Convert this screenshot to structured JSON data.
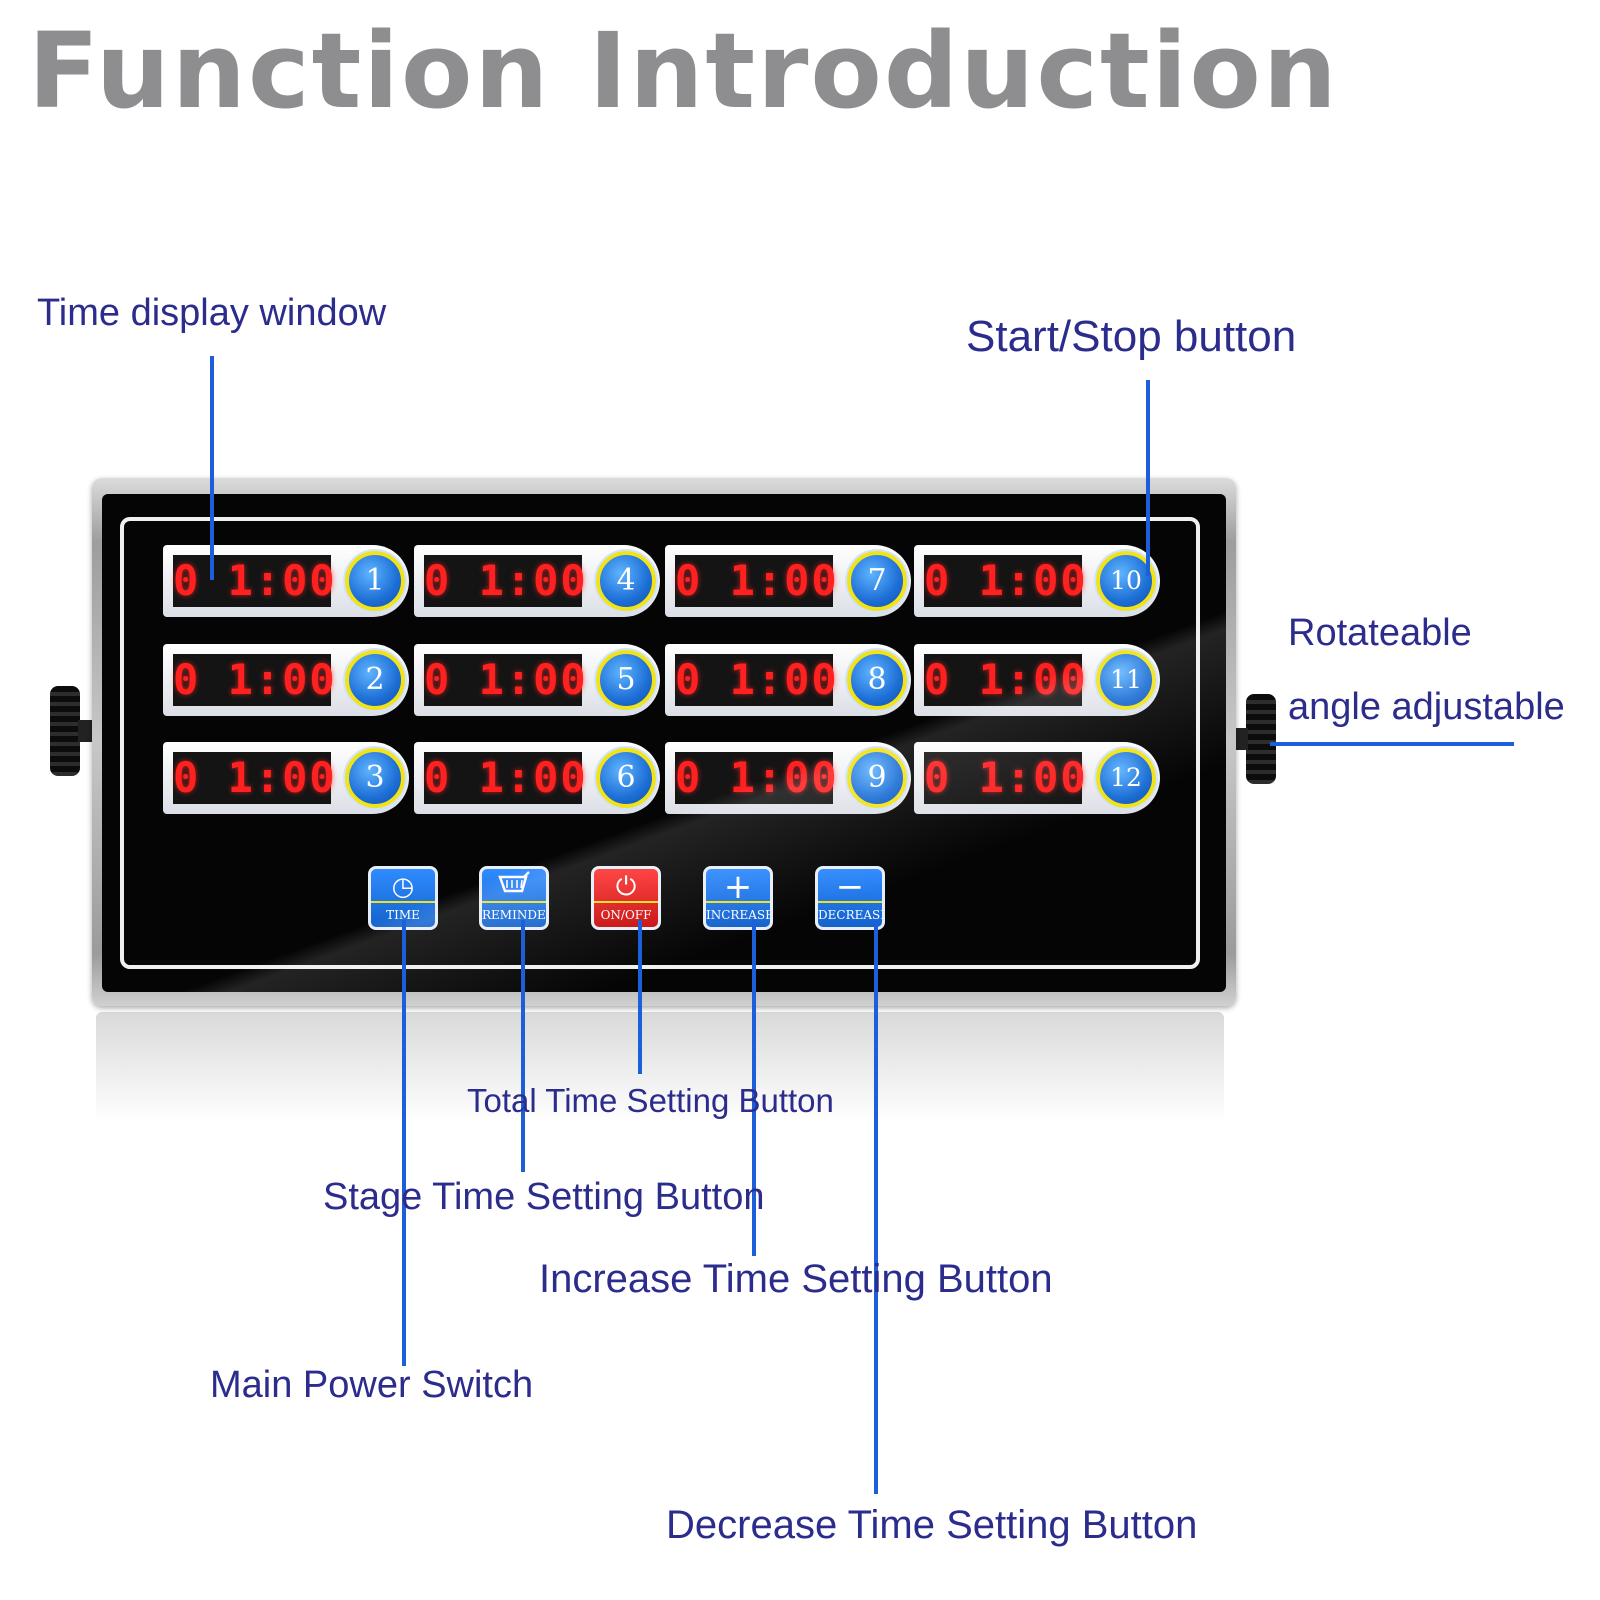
{
  "title": "Function Introduction",
  "callouts": {
    "time_display_window": "Time display window",
    "start_stop_button": "Start/Stop button",
    "rotateable": "Rotateable",
    "angle_adjustable": "angle adjustable",
    "total_time_setting": "Total Time Setting Button",
    "stage_time_setting": "Stage Time Setting Button",
    "increase_time_setting": "Increase Time Setting Button",
    "main_power_switch": "Main Power Switch",
    "decrease_time_setting": "Decrease Time Setting Button"
  },
  "timers": [
    {
      "display": "0 1:00",
      "number": "1"
    },
    {
      "display": "0 1:00",
      "number": "2"
    },
    {
      "display": "0 1:00",
      "number": "3"
    },
    {
      "display": "0 1:00",
      "number": "4"
    },
    {
      "display": "0 1:00",
      "number": "5"
    },
    {
      "display": "0 1:00",
      "number": "6"
    },
    {
      "display": "0 1:00",
      "number": "7"
    },
    {
      "display": "0 1:00",
      "number": "8"
    },
    {
      "display": "0 1:00",
      "number": "9"
    },
    {
      "display": "0 1:00",
      "number": "10"
    },
    {
      "display": "0 1:00",
      "number": "11"
    },
    {
      "display": "0 1:00",
      "number": "12"
    }
  ],
  "controls": [
    {
      "label": "TIME",
      "icon": "clock-icon",
      "color": "#1f73e0"
    },
    {
      "label": "REMINDER",
      "icon": "basket-icon",
      "color": "#1f73e0"
    },
    {
      "label": "ON/OFF",
      "icon": "power-icon",
      "color": "#e01818"
    },
    {
      "label": "INCREASE",
      "icon": "plus-icon",
      "color": "#1f73e0"
    },
    {
      "label": "DECREASE",
      "icon": "minus-icon",
      "color": "#1f73e0"
    }
  ],
  "colors": {
    "title": "#8e8e90",
    "callout_text": "#2b2c8c",
    "leader_line": "#1c5fd8",
    "led_red": "#ff2020",
    "button_ring": "#f2e21a"
  }
}
